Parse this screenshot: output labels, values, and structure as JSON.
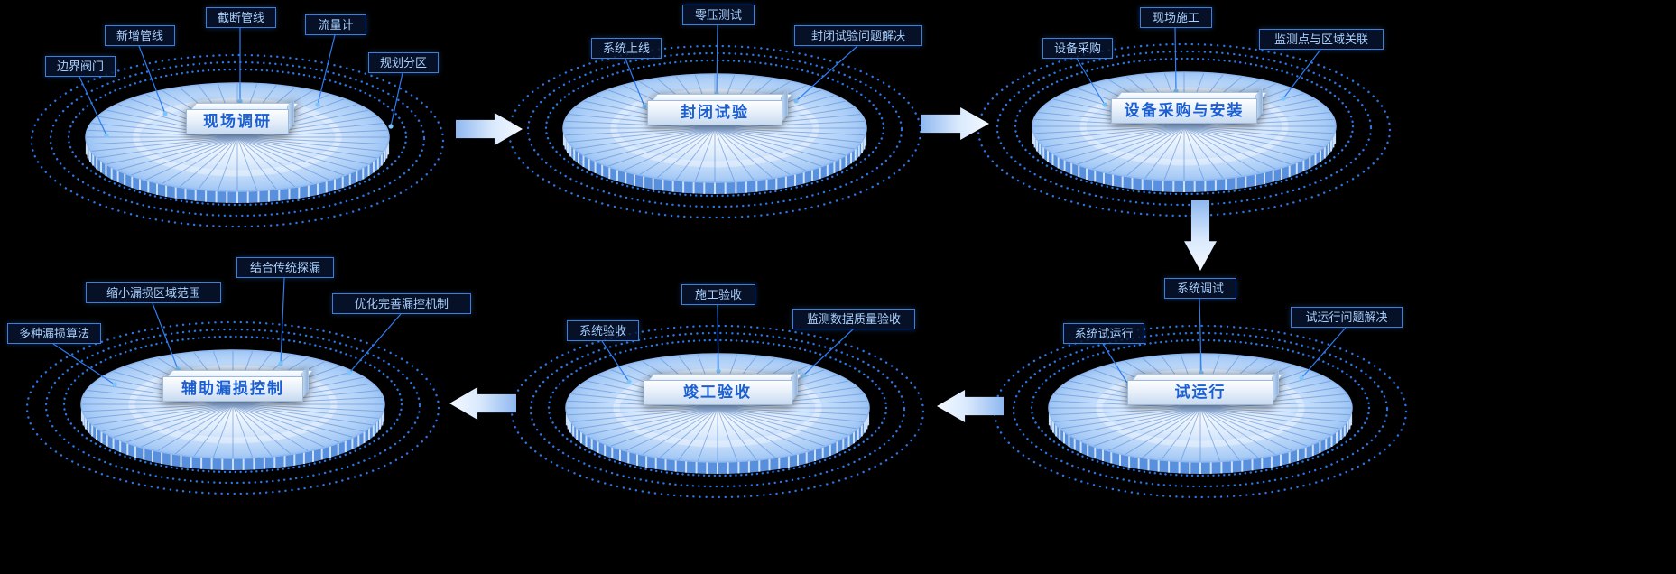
{
  "diagram": {
    "description": "six-stage circular-platform process flow",
    "stages": [
      {
        "title": "现场调研",
        "callouts": [
          "边界阀门",
          "新增管线",
          "截断管线",
          "流量计",
          "规划分区"
        ]
      },
      {
        "title": "封闭试验",
        "callouts": [
          "系统上线",
          "零压测试",
          "封闭试验问题解决"
        ]
      },
      {
        "title": "设备采购与安装",
        "callouts": [
          "设备采购",
          "现场施工",
          "监测点与区域关联"
        ]
      },
      {
        "title": "试运行",
        "callouts": [
          "系统试运行",
          "系统调试",
          "试运行问题解决"
        ]
      },
      {
        "title": "竣工验收",
        "callouts": [
          "系统验收",
          "施工验收",
          "监测数据质量验收"
        ]
      },
      {
        "title": "辅助漏损控制",
        "callouts": [
          "多种漏损算法",
          "缩小漏损区域范围",
          "结合传统探漏",
          "优化完善漏控机制"
        ]
      }
    ],
    "flow_order": [
      "现场调研",
      "封闭试验",
      "设备采购与安装",
      "试运行",
      "竣工验收",
      "辅助漏损控制"
    ],
    "colors": {
      "background": "#000000",
      "dotted_ring": "#2d7df2",
      "disc_edge": "#6ba2ec",
      "disc_center": "#ffffff",
      "disc_wall": "#5890dd",
      "callout_border": "#3f7ed9",
      "callout_background": "#07132e",
      "callout_text": "#a9d0ff",
      "stage_title_text": "#1b5fd2",
      "stage_box_face": "#e3edf9",
      "arrow_tail": "#8fb8f0",
      "arrow_tip": "#f4f9ff",
      "connector_line": "#2d7df2",
      "anchor_dot": "#7cc4fa"
    }
  }
}
